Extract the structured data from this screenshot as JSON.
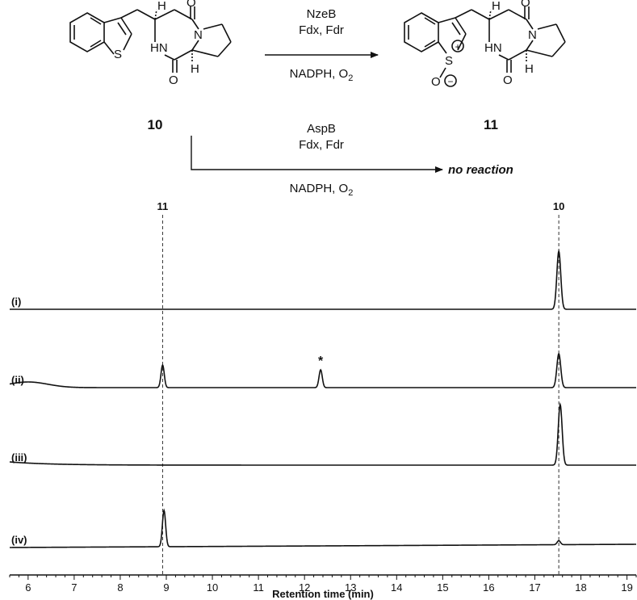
{
  "scheme": {
    "substrate_label": "10",
    "product_label": "11",
    "reaction_top": {
      "enzyme": "NzeB",
      "partners": "Fdx, Fdr",
      "cofactor": "NADPH, O",
      "cofactor_sub": "2"
    },
    "reaction_bottom": {
      "enzyme": "AspB",
      "partners": "Fdx, Fdr",
      "cofactor": "NADPH, O",
      "cofactor_sub": "2",
      "outcome": "no reaction"
    },
    "atoms": {
      "S": "S",
      "HN": "HN",
      "N": "N",
      "O": "O",
      "H": "H",
      "plus": "+",
      "minus": "−"
    }
  },
  "chart_data": {
    "type": "line",
    "xlabel": "Retention time (min)",
    "xlim": [
      5.6,
      19.2
    ],
    "xticks": [
      6,
      7,
      8,
      9,
      10,
      11,
      12,
      13,
      14,
      15,
      16,
      17,
      18,
      19
    ],
    "reference_lines": [
      {
        "label": "11",
        "x": 8.92
      },
      {
        "label": "10",
        "x": 17.52
      }
    ],
    "series": [
      {
        "name": "(i)",
        "peaks": [
          {
            "x": 17.52,
            "height": 72,
            "width": 0.06
          }
        ],
        "baseline": "flat"
      },
      {
        "name": "(ii)",
        "peaks": [
          {
            "x": 8.92,
            "height": 28,
            "width": 0.05
          },
          {
            "x": 12.35,
            "height": 22,
            "width": 0.05
          },
          {
            "x": 17.52,
            "height": 42,
            "width": 0.06
          }
        ],
        "baseline": "hump",
        "annotation": {
          "text": "*",
          "x": 12.35
        }
      },
      {
        "name": "(iii)",
        "peaks": [
          {
            "x": 17.55,
            "height": 75,
            "width": 0.06
          }
        ],
        "baseline": "decay"
      },
      {
        "name": "(iv)",
        "peaks": [
          {
            "x": 8.95,
            "height": 45,
            "width": 0.05
          },
          {
            "x": 17.52,
            "height": 5,
            "width": 0.05
          }
        ],
        "baseline": "rise"
      }
    ]
  }
}
